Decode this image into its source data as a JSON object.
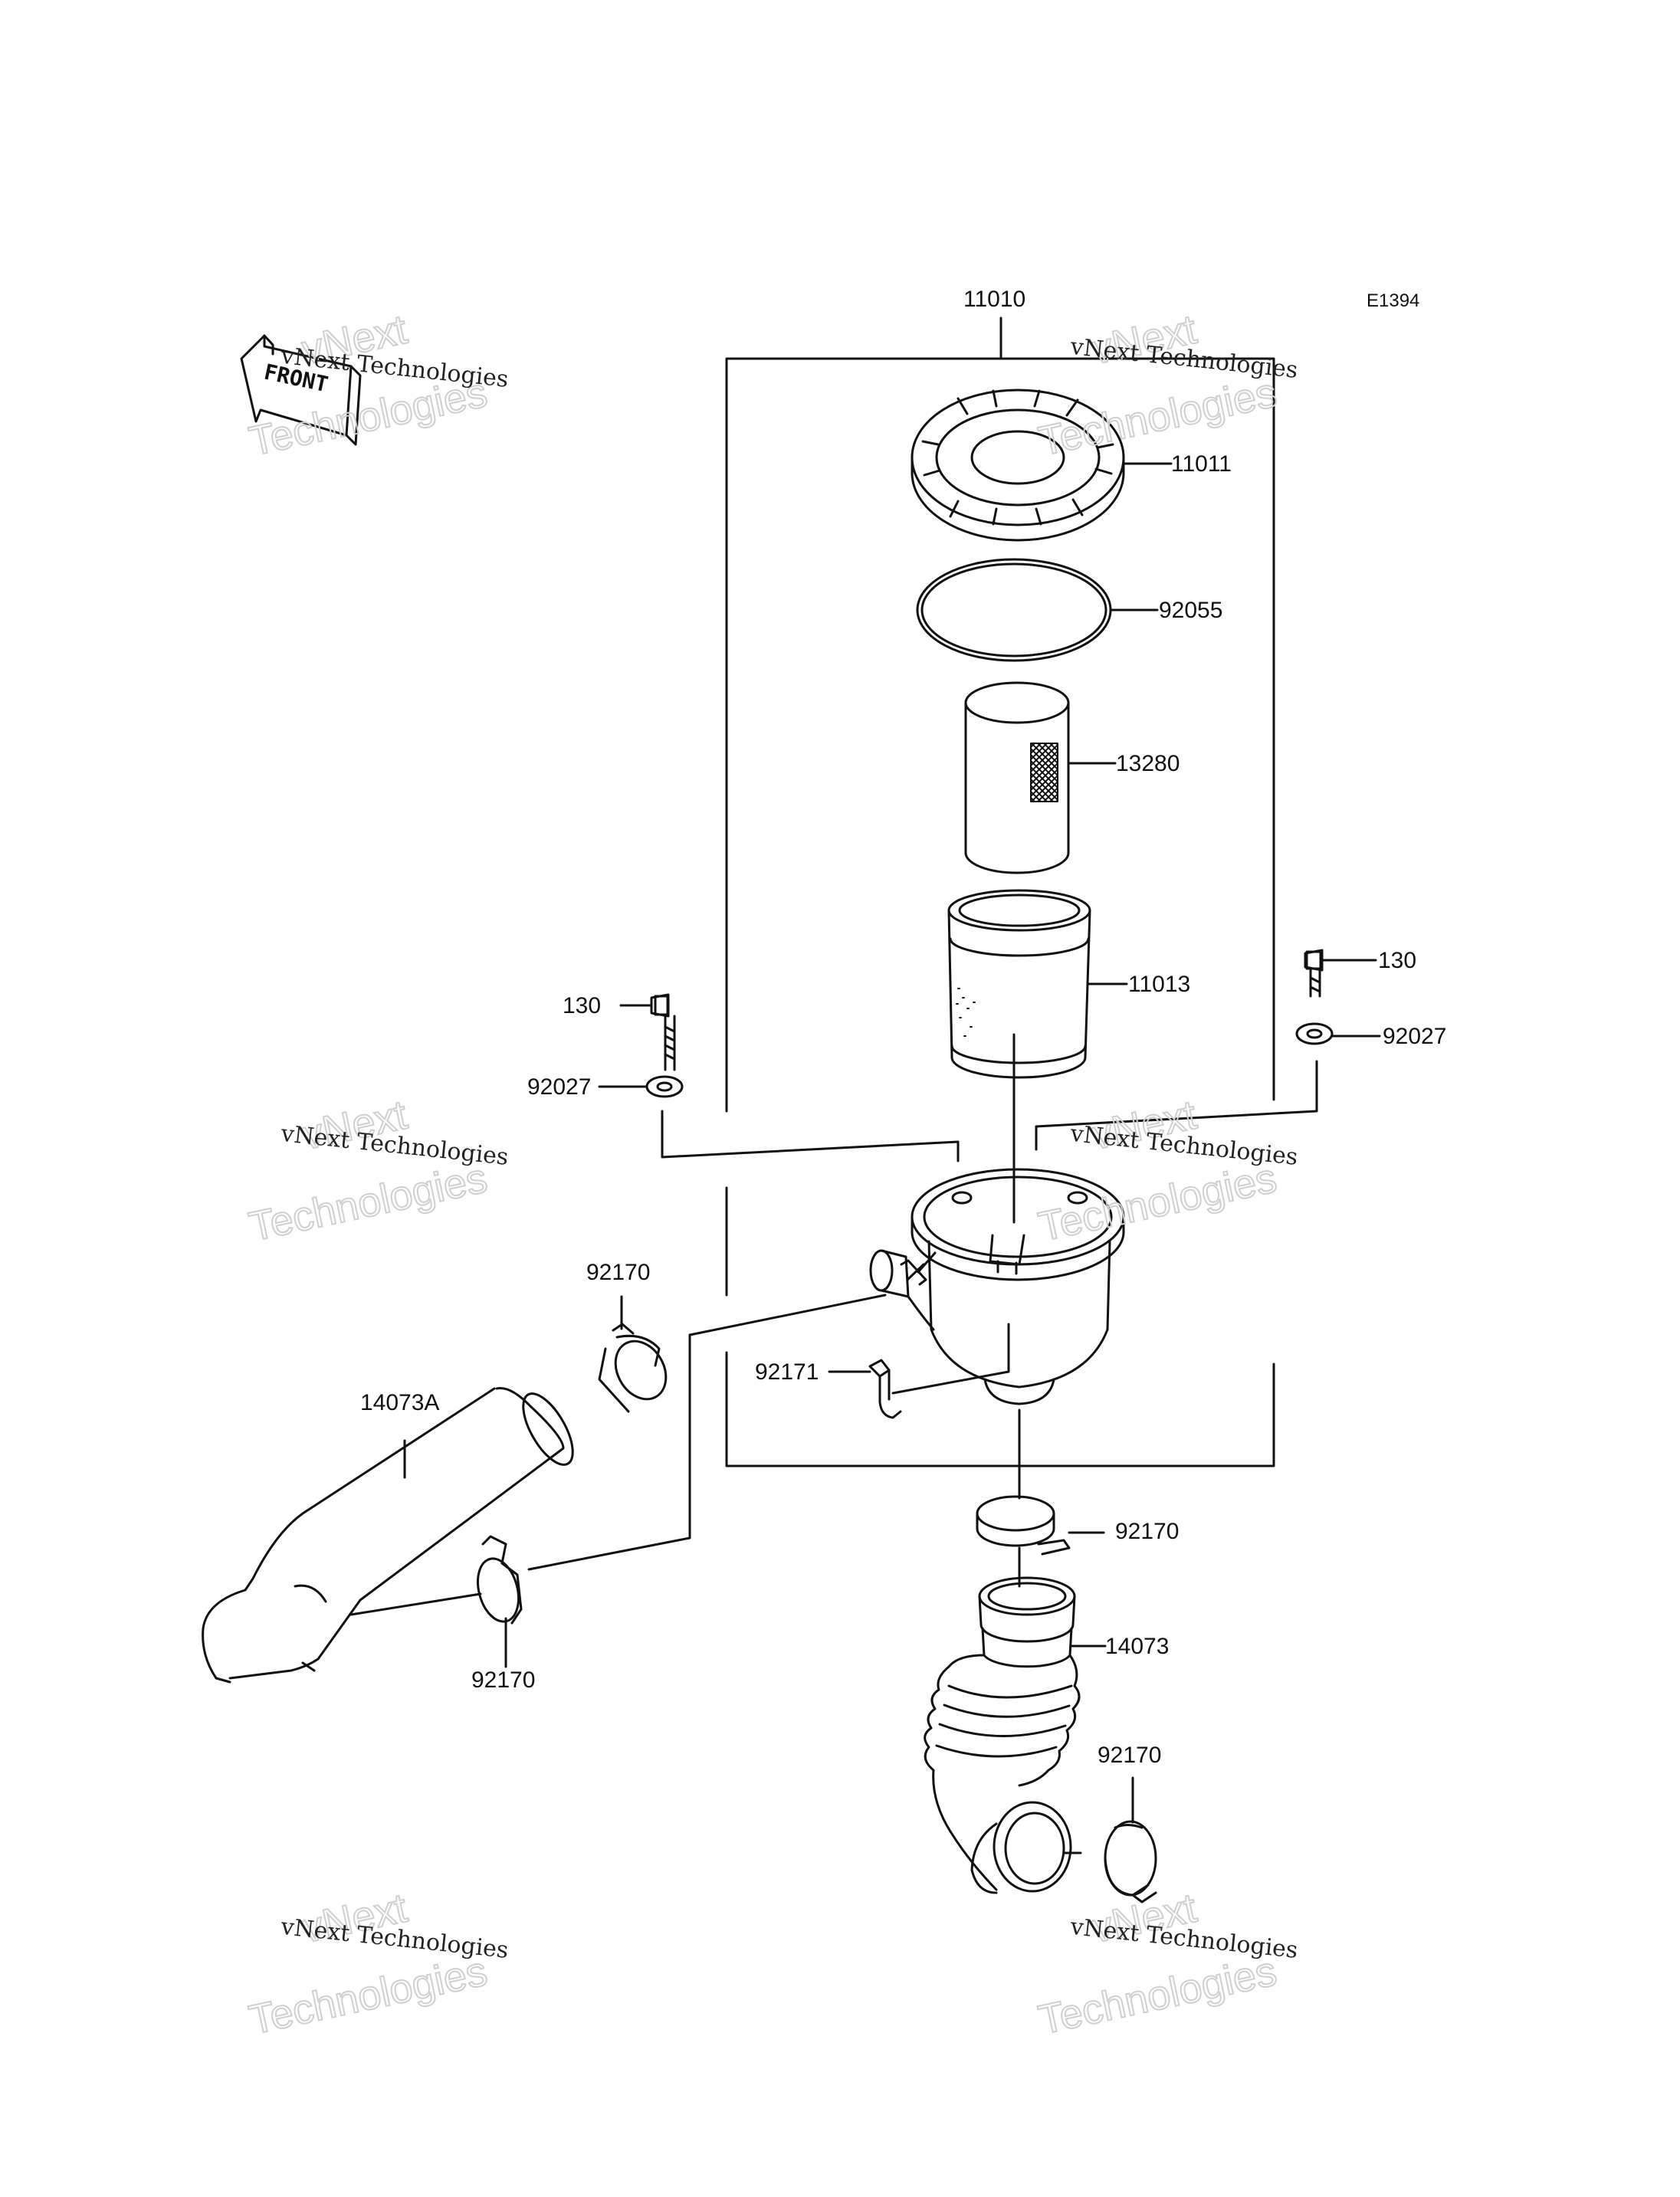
{
  "diagram": {
    "code": "E1394",
    "front_label": "FRONT",
    "labels": {
      "assembly": "11010",
      "cap": "11011",
      "oring": "92055",
      "inner_element": "13280",
      "outer_element": "11013",
      "bolt_left": "130",
      "bolt_right": "130",
      "washer_left": "92027",
      "washer_right": "92027",
      "clamp_upper_left": "92170",
      "clamp_lower_left": "92170",
      "clamp_center": "92170",
      "clamp_lower_right": "92170",
      "clip": "92171",
      "tube_left": "14073A",
      "duct": "14073"
    },
    "watermark": {
      "company": "vNext Technologies",
      "word1": "vNext",
      "word2": "Technologies"
    }
  }
}
